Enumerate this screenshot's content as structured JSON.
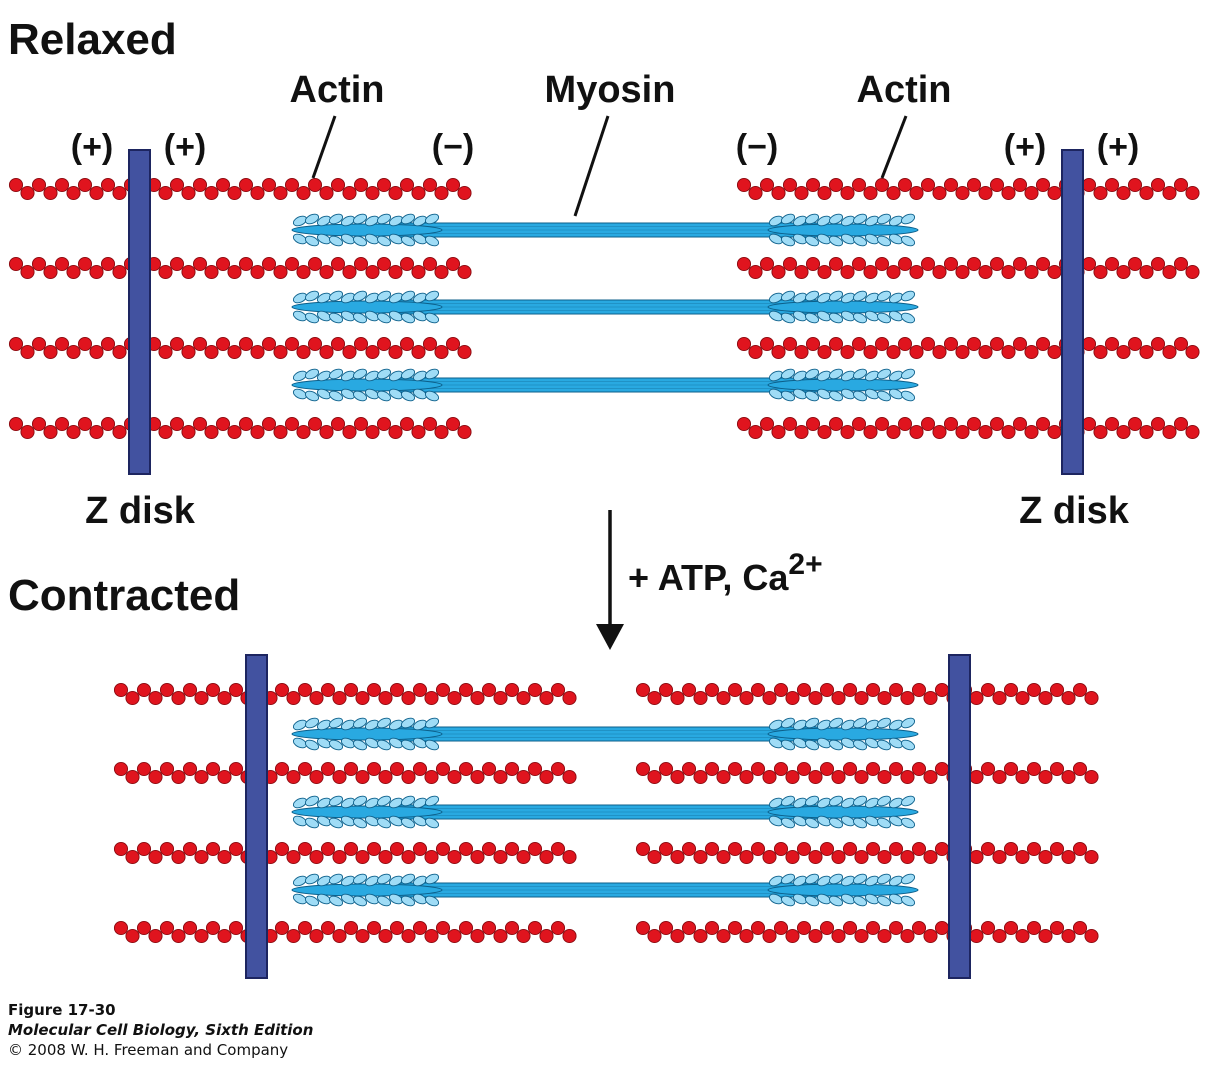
{
  "relaxed_title": "Relaxed",
  "contracted_title": "Contracted",
  "labels": {
    "actin_left": "Actin",
    "myosin": "Myosin",
    "actin_right": "Actin",
    "plus": "(+)",
    "minus": "(−)",
    "z_disk_left": "Z disk",
    "z_disk_right": "Z disk"
  },
  "arrow_label": {
    "text": "+ ATP, Ca",
    "superscript": "2+"
  },
  "caption": {
    "figure": "Figure 17-30",
    "book": "Molecular Cell Biology, Sixth Edition",
    "copyright": "© 2008 W. H. Freeman and Company"
  },
  "colors": {
    "actin": "#e0141e",
    "actin_dark": "#8a0a10",
    "myosin": "#29a9e1",
    "myosin_light": "#9fdcf6",
    "myosin_dark": "#0c5f8a",
    "z_disk": "#4252a0",
    "z_disk_dark": "#1d2560",
    "text": "#111111"
  }
}
